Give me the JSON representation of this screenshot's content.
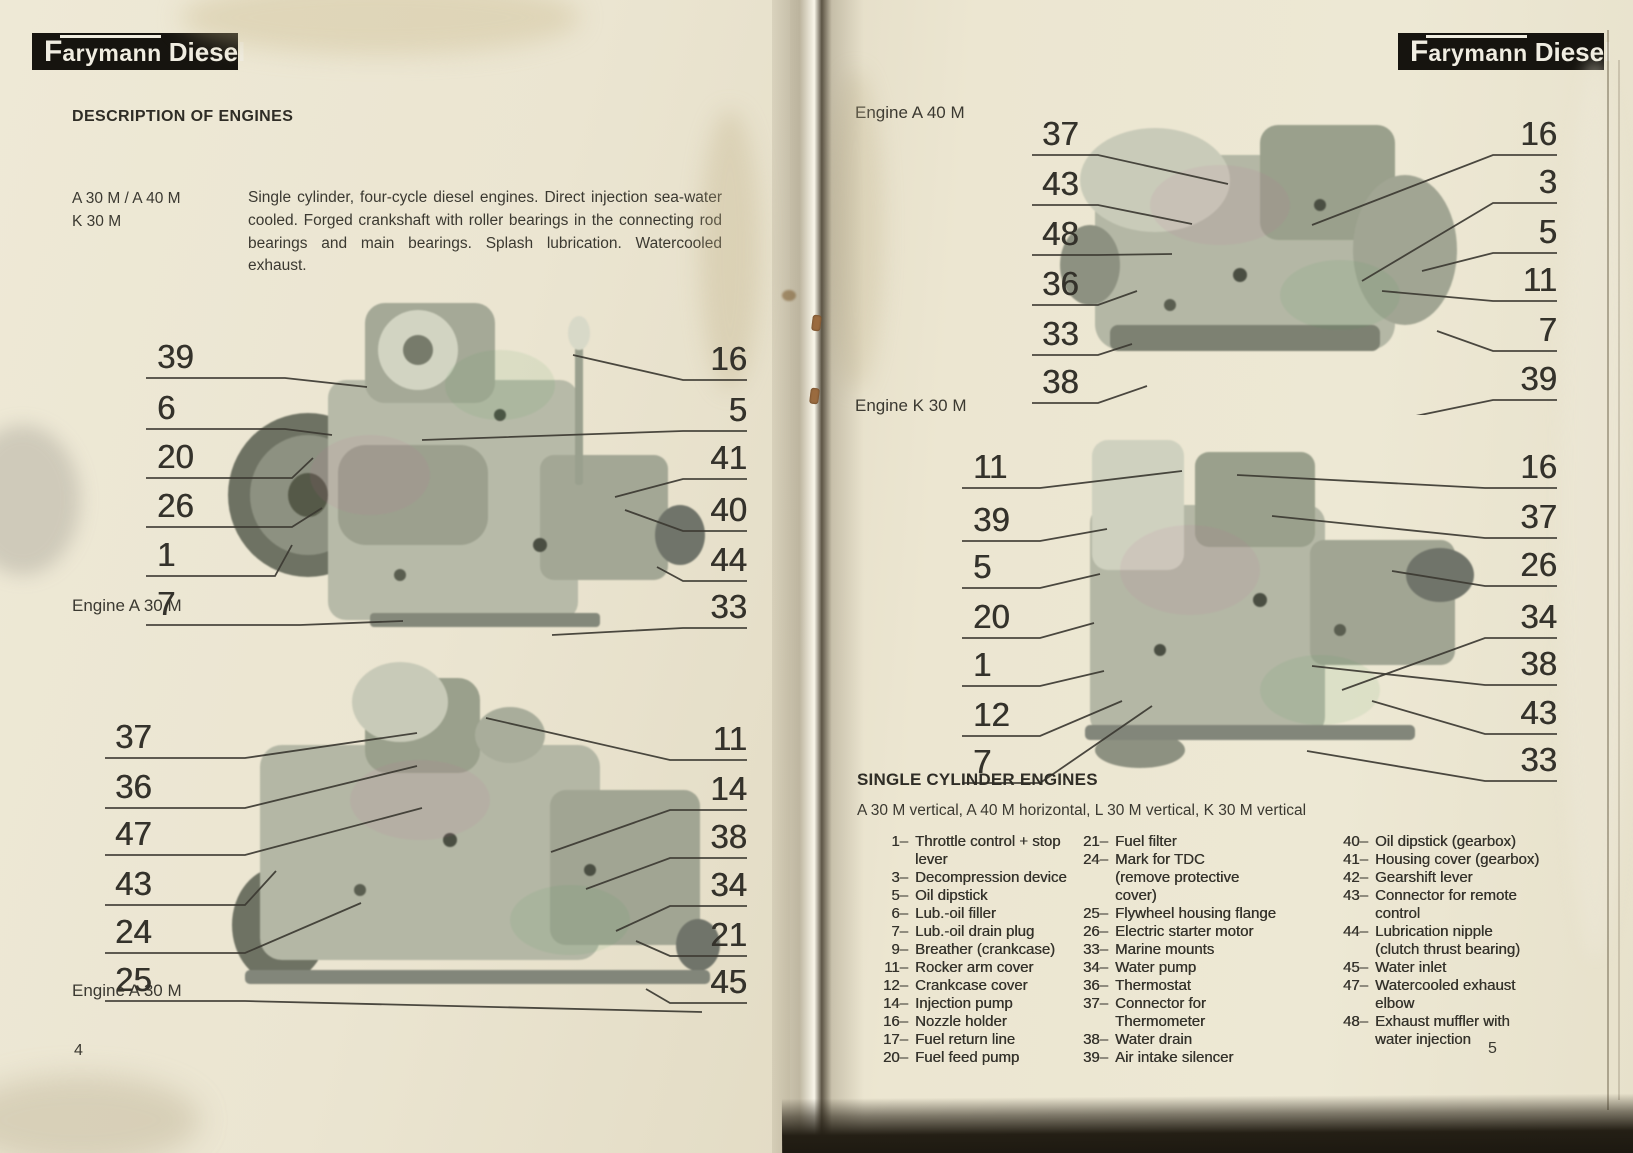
{
  "brand": {
    "f": "F",
    "arymann": "arymann",
    "diesel": "Diesel"
  },
  "left_page": {
    "heading": "DESCRIPTION OF ENGINES",
    "models": [
      "A 30 M / A 40 M",
      "K 30 M"
    ],
    "intro": "Single cylinder, four-cycle diesel engines. Direct injection sea-water cooled. Forged crankshaft with roller bearings in the connecting rod bearings and main bearings. Splash lubrication. Watercooled exhaust.",
    "fig1_caption": "Engine A 30 M",
    "fig2_caption": "Engine A 30 M",
    "page_number": "4"
  },
  "right_page": {
    "fig3_title": "Engine A 40 M",
    "fig4_title": "Engine K 30 M",
    "section_heading": "SINGLE CYLINDER ENGINES",
    "section_subtitle": "A 30 M vertical, A 40 M horizontal, L 30 M vertical, K 30 M vertical",
    "page_number": "5"
  },
  "figures": {
    "fig1": {
      "left": [
        "39",
        "6",
        "20",
        "26",
        "1",
        "7"
      ],
      "right": [
        "16",
        "5",
        "41",
        "40",
        "44",
        "33"
      ]
    },
    "fig2": {
      "left": [
        "37",
        "36",
        "47",
        "43",
        "24",
        "25"
      ],
      "right": [
        "11",
        "14",
        "38",
        "34",
        "21",
        "45"
      ]
    },
    "fig3": {
      "left": [
        "37",
        "43",
        "48",
        "36",
        "33",
        "38"
      ],
      "right": [
        "16",
        "3",
        "5",
        "11",
        "7",
        "39"
      ]
    },
    "fig4": {
      "left": [
        "11",
        "39",
        "5",
        "20",
        "1",
        "12",
        "7"
      ],
      "right": [
        "16",
        "37",
        "26",
        "34",
        "38",
        "43",
        "33"
      ]
    }
  },
  "parts_list": {
    "columns": [
      {
        "items": [
          {
            "num": "1",
            "label": "Throttle control + stop\nlever"
          },
          {
            "num": "3",
            "label": "Decompression device"
          },
          {
            "num": "5",
            "label": "Oil dipstick"
          },
          {
            "num": "6",
            "label": "Lub.-oil filler"
          },
          {
            "num": "7",
            "label": "Lub.-oil drain plug"
          },
          {
            "num": "9",
            "label": "Breather (crankcase)"
          },
          {
            "num": "11",
            "label": "Rocker arm cover"
          },
          {
            "num": "12",
            "label": "Crankcase cover"
          },
          {
            "num": "14",
            "label": "Injection pump"
          },
          {
            "num": "16",
            "label": "Nozzle holder"
          },
          {
            "num": "17",
            "label": "Fuel return line"
          },
          {
            "num": "20",
            "label": "Fuel feed pump"
          }
        ]
      },
      {
        "items": [
          {
            "num": "21",
            "label": "Fuel filter"
          },
          {
            "num": "24",
            "label": "Mark for TDC\n(remove protective\ncover)"
          },
          {
            "num": "25",
            "label": "Flywheel housing flange"
          },
          {
            "num": "26",
            "label": "Electric starter motor"
          },
          {
            "num": "33",
            "label": "Marine mounts"
          },
          {
            "num": "34",
            "label": "Water pump"
          },
          {
            "num": "36",
            "label": "Thermostat"
          },
          {
            "num": "37",
            "label": "Connector for\nThermometer"
          },
          {
            "num": "38",
            "label": "Water drain"
          },
          {
            "num": "39",
            "label": "Air intake silencer"
          }
        ]
      },
      {
        "items": [
          {
            "num": "40",
            "label": "Oil dipstick (gearbox)"
          },
          {
            "num": "41",
            "label": "Housing cover (gearbox)"
          },
          {
            "num": "42",
            "label": "Gearshift lever"
          },
          {
            "num": "43",
            "label": "Connector for remote\ncontrol"
          },
          {
            "num": "44",
            "label": "Lubrication nipple\n(clutch thrust bearing)"
          },
          {
            "num": "45",
            "label": "Water inlet"
          },
          {
            "num": "47",
            "label": "Watercooled exhaust\nelbow"
          },
          {
            "num": "48",
            "label": "Exhaust muffler with\nwater injection"
          }
        ]
      }
    ]
  }
}
